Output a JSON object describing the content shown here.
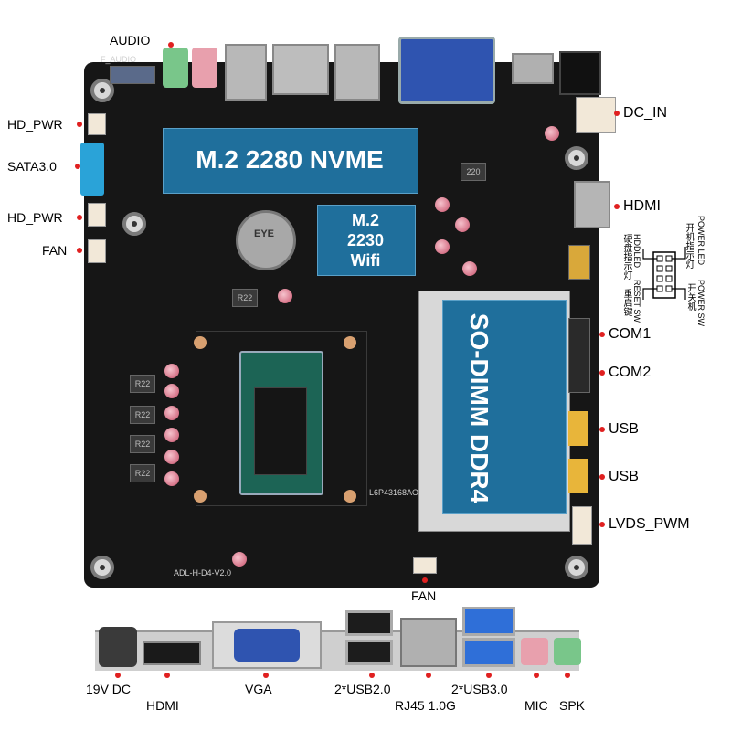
{
  "labels": {
    "audio": "AUDIO",
    "hd_pwr_top": "HD_PWR",
    "sata": "SATA3.0",
    "hd_pwr_bottom": "HD_PWR",
    "fan_left": "FAN",
    "dc_in": "DC_IN",
    "hdmi_right": "HDMI",
    "com1": "COM1",
    "com2": "COM2",
    "usb1": "USB",
    "usb2": "USB",
    "lvds_pwm": "LVDS_PWM",
    "fan_bottom": "FAN"
  },
  "slots": {
    "m2_nvme": "M.2 2280 NVME",
    "m2_wifi": [
      "M.2",
      "2230",
      "Wifi"
    ],
    "sodimm": "SO-DIMM  DDR4"
  },
  "front_panel": {
    "power_led": "POWER LED",
    "power_led_cn": "开机指示灯",
    "hdd_led": "HDDLED",
    "hdd_led_cn": "硬盘指示灯",
    "power_sw": "POWER SW",
    "power_sw_cn": "开关机",
    "reset_sw": "RESET SW",
    "reset_sw_cn": "重启键"
  },
  "io_panel": {
    "dc": "19V DC",
    "hdmi": "HDMI",
    "vga": "VGA",
    "usb2": "2*USB2.0",
    "rj45": "RJ45 1.0G",
    "usb3": "2*USB3.0",
    "mic": "MIC",
    "spk": "SPK"
  },
  "board_silk": {
    "model": "ADL-H-D4-V2.0",
    "battery": "EYE",
    "inductor": "R22",
    "inductor2": "220",
    "cpu_code": "L6P43168AO",
    "audio_header": "F_AUDIO"
  },
  "colors": {
    "board": "#161616",
    "slot_blue": "#1f6f9c",
    "label_red": "#e02020",
    "vga_blue": "#2f54b0",
    "usb3_blue": "#2f6fd8",
    "audio_green": "#79c68a",
    "audio_pink": "#e8a0ad"
  }
}
